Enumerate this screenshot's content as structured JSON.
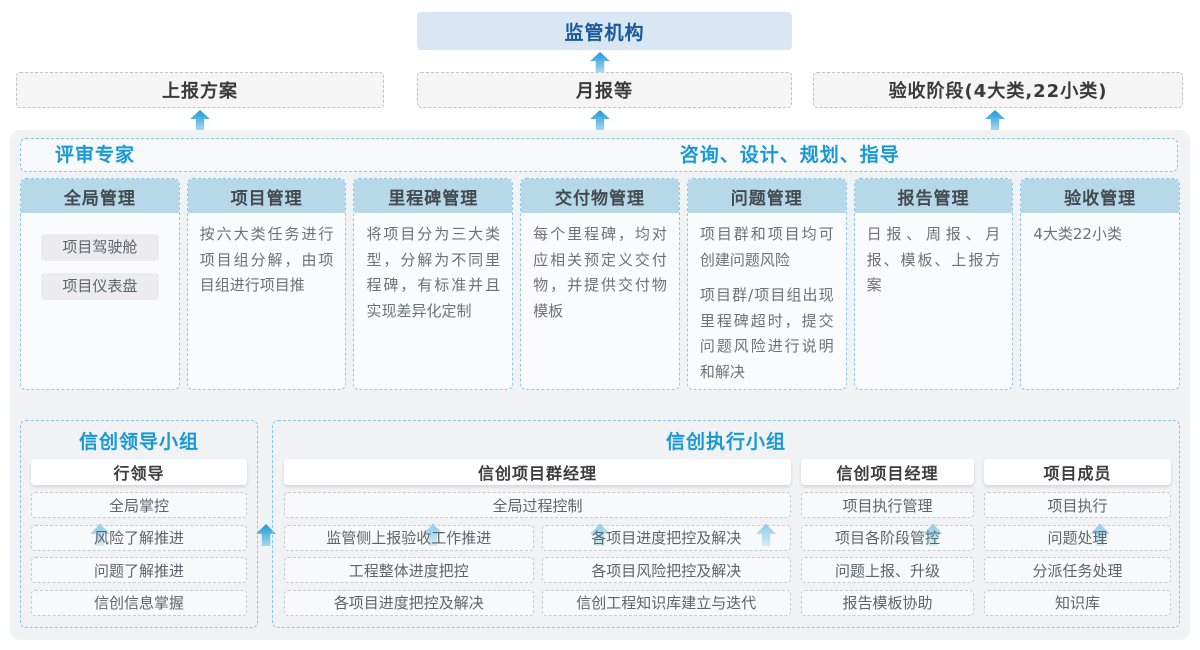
{
  "colors": {
    "accent_blue": "#1899d6",
    "dark_blue": "#185a9b",
    "regulator_bg": "#d9e7f4",
    "column_header_bg": "#b7d8e9",
    "container_bg": "#f0f2f4",
    "arrow_blue": "#2b9ed8"
  },
  "top": {
    "regulator": "监管机构"
  },
  "report_row": [
    {
      "label": "上报方案"
    },
    {
      "label": "月报等"
    },
    {
      "label": "验收阶段(4大类,22小类)"
    }
  ],
  "middle": {
    "expert_left": "评审专家",
    "expert_right": "咨询、设计、规划、指导",
    "columns": [
      {
        "title": "全局管理",
        "chips": [
          "项目驾驶舱",
          "项目仪表盘"
        ]
      },
      {
        "title": "项目管理",
        "text": "按六大类任务进行项目组分解，由项目组进行项目推"
      },
      {
        "title": "里程碑管理",
        "text": "将项目分为三大类型，分解为不同里程碑，有标准并且实现差异化定制"
      },
      {
        "title": "交付物管理",
        "text": "每个里程碑，均对应相关预定义交付物，并提供交付物模板"
      },
      {
        "title": "问题管理",
        "paragraphs": [
          "项目群和项目均可创建问题风险",
          "项目群/项目组出现里程碑超时，提交问题风险进行说明和解决"
        ]
      },
      {
        "title": "报告管理",
        "text": "日报、周报、月报、模板、上报方案"
      },
      {
        "title": "验收管理",
        "text": "4大类22小类"
      }
    ]
  },
  "bottom": {
    "lead_group": {
      "title": "信创领导小组",
      "role": "行领导",
      "items": [
        "全局掌控",
        "风险了解推进",
        "问题了解推进",
        "信创信息掌握"
      ]
    },
    "exec_group": {
      "title": "信创执行小组",
      "program_manager": {
        "role": "信创项目群经理",
        "full_item": "全局过程控制",
        "left_items": [
          "监管侧上报验收工作推进",
          "工程整体进度把控",
          "各项目进度把控及解决"
        ],
        "right_items": [
          "各项目进度把控及解决",
          "各项目风险把控及解决",
          "信创工程知识库建立与迭代"
        ]
      },
      "project_manager": {
        "role": "信创项目经理",
        "items": [
          "项目执行管理",
          "项目各阶段管控",
          "问题上报、升级",
          "报告模板协助"
        ]
      },
      "member": {
        "role": "项目成员",
        "items": [
          "项目执行",
          "问题处理",
          "分派任务处理",
          "知识库"
        ]
      }
    }
  }
}
